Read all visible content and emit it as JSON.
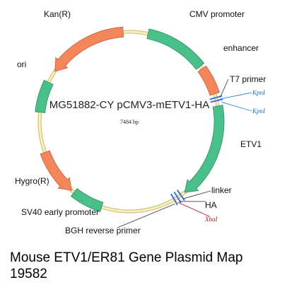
{
  "plasmid": {
    "name": "MG51882-CY pCMV3-mETV1-HA",
    "size": "7484 bp"
  },
  "features": [
    {
      "id": "cmv",
      "label": "CMV promoter"
    },
    {
      "id": "enhancer",
      "label": "enhancer"
    },
    {
      "id": "t7",
      "label": "T7 primer"
    },
    {
      "id": "etv1",
      "label": "ETV1"
    },
    {
      "id": "linker",
      "label": "linker"
    },
    {
      "id": "ha",
      "label": "HA"
    },
    {
      "id": "bgh",
      "label": "BGH reverse primer"
    },
    {
      "id": "sv40",
      "label": "SV40 early promoter"
    },
    {
      "id": "hygro",
      "label": "Hygro(R)"
    },
    {
      "id": "ori",
      "label": "ori"
    },
    {
      "id": "kan",
      "label": "Kan(R)"
    }
  ],
  "sites": [
    {
      "id": "kpn1a",
      "label": "KpnI"
    },
    {
      "id": "kpn1b",
      "label": "KpnI"
    },
    {
      "id": "xba1",
      "label": "XbaI"
    }
  ],
  "colors": {
    "backbone": "#f0e6a0",
    "backbone_stroke": "#c9bb63",
    "promoter": "#49c08a",
    "promoter_stroke": "#2f8f61",
    "resistance": "#f4865c",
    "resistance_stroke": "#c85b33",
    "marker": "#3b6fd6",
    "kpn_line": "#2a8fc9",
    "xba": "#b22020"
  },
  "caption": {
    "line1": "Mouse ETV1/ER81 Gene Plasmid Map",
    "line2": "19582"
  }
}
